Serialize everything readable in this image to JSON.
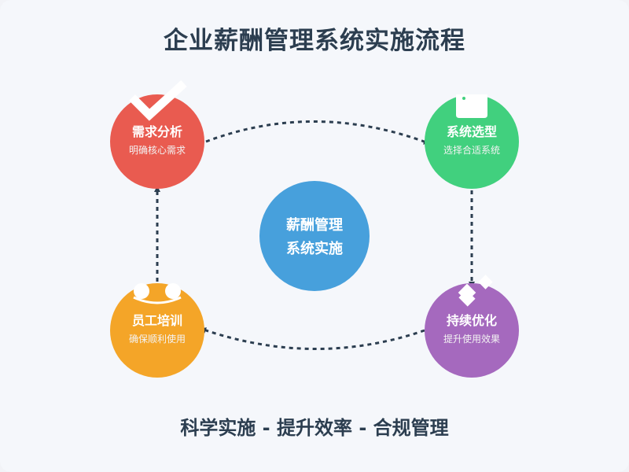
{
  "title": "企业薪酬管理系统实施流程",
  "footer": "科学实施 - 提升效率 - 合规管理",
  "center": {
    "line1": "薪酬管理",
    "line2": "系统实施"
  },
  "steps": [
    {
      "name": "需求分析",
      "desc": "明确核心需求",
      "color": "#e95b50",
      "icon": "checkmark-icon"
    },
    {
      "name": "系统选型",
      "desc": "选择合适系统",
      "color": "#41d07e",
      "icon": "document-icon"
    },
    {
      "name": "持续优化",
      "desc": "提升使用效果",
      "color": "#a569be",
      "icon": "diamond-icon"
    },
    {
      "name": "员工培训",
      "desc": "确保顺利使用",
      "color": "#f4a528",
      "icon": "people-icon"
    }
  ],
  "colors": {
    "arrow": "#2c3e50",
    "center": "#47a0dc"
  }
}
